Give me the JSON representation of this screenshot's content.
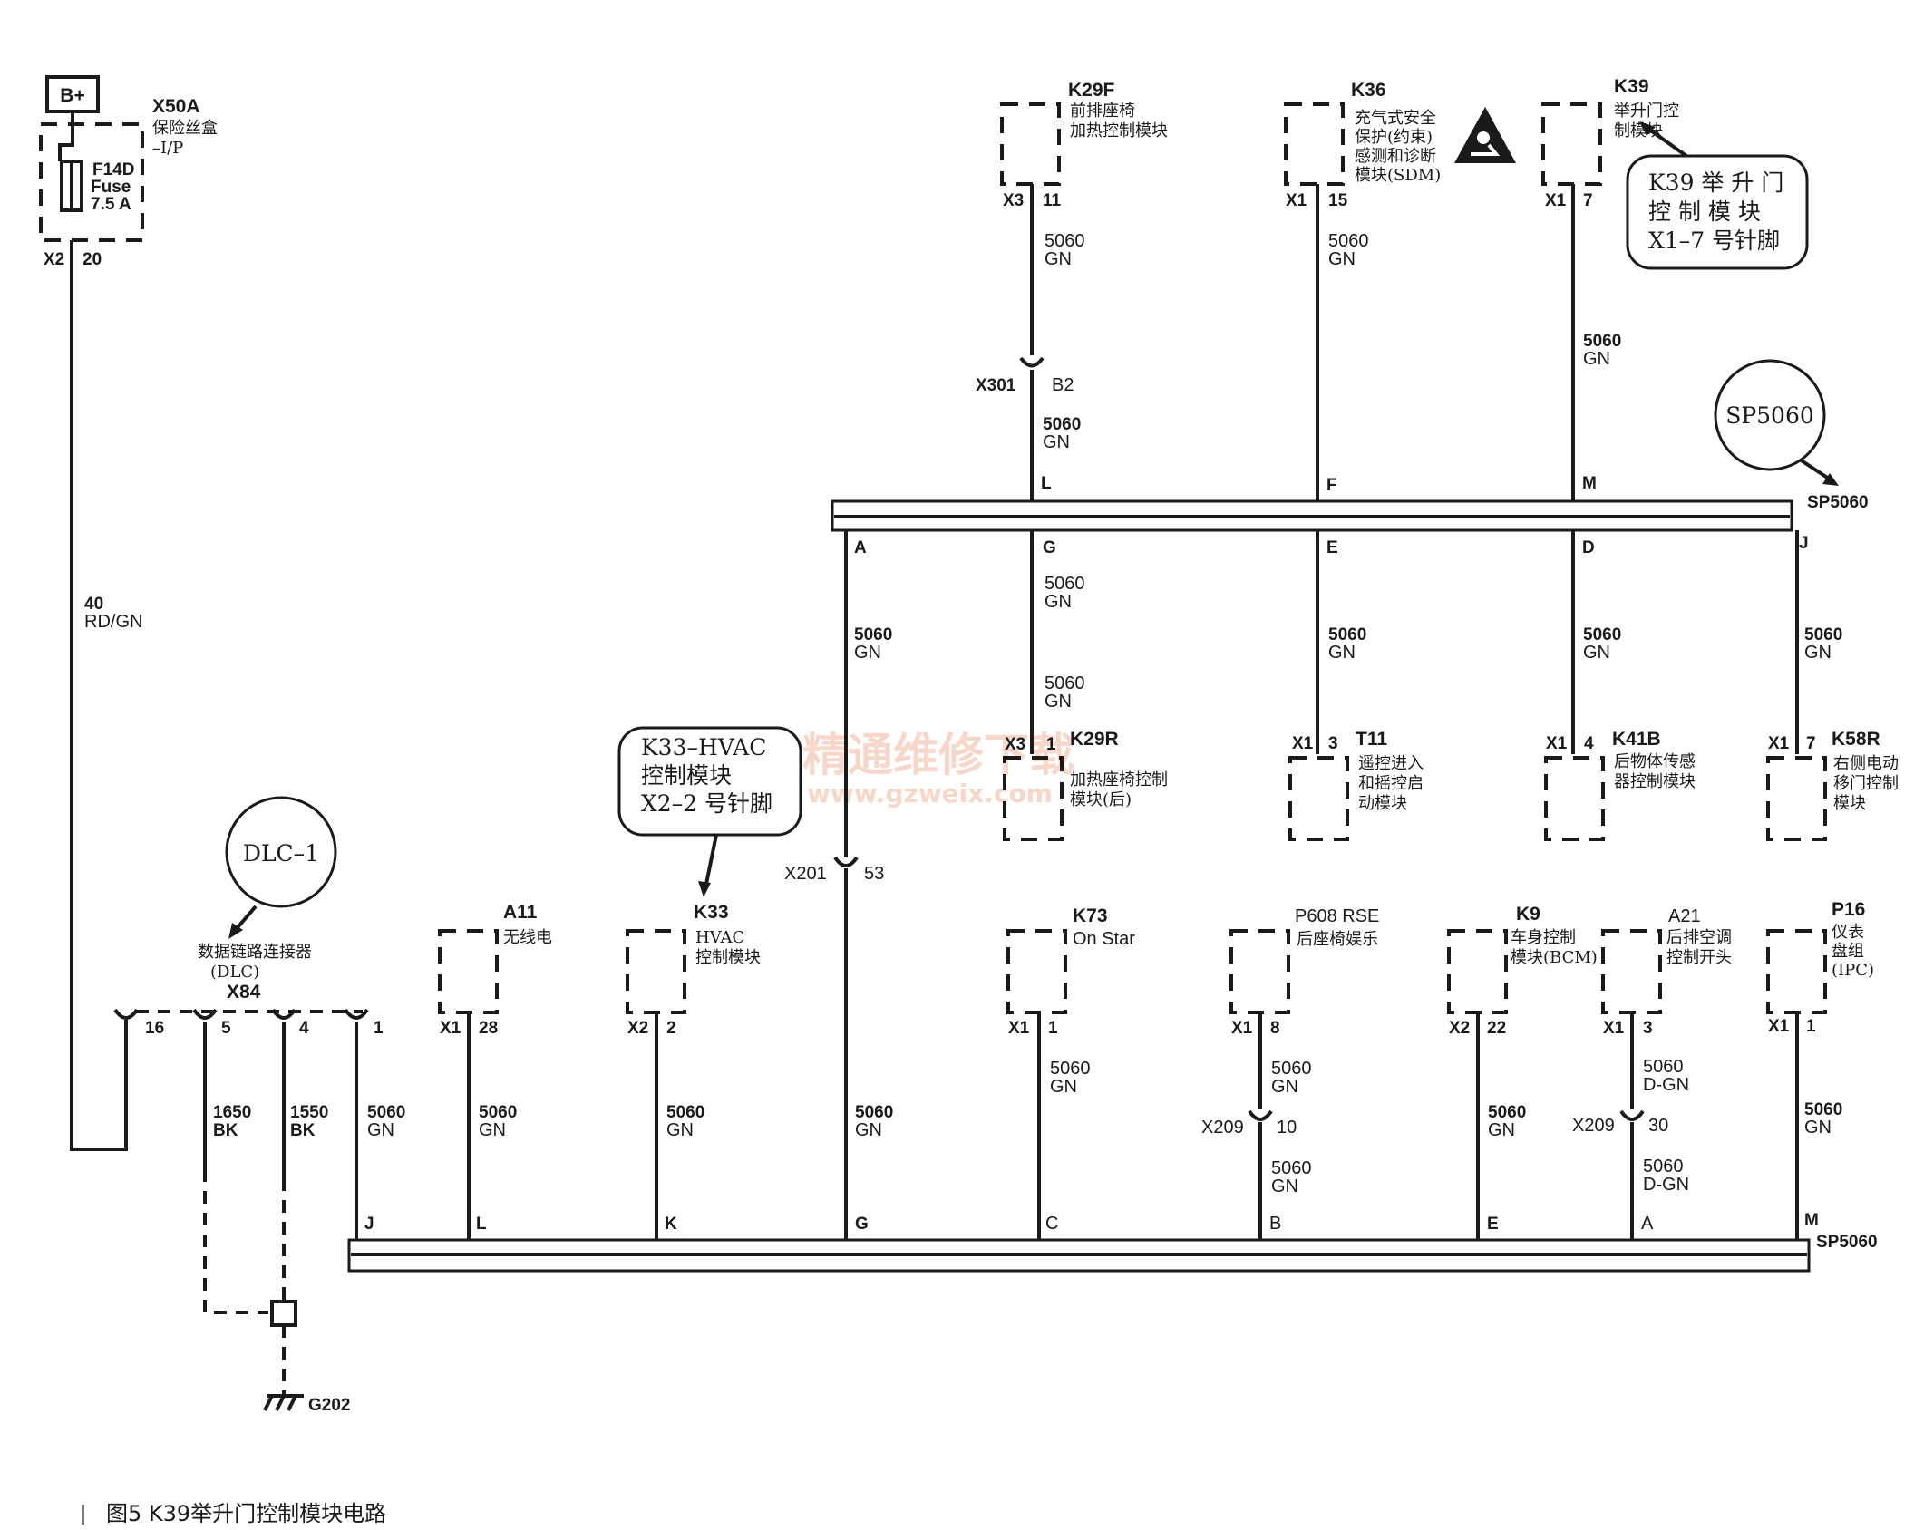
{
  "power": {
    "label": "B+"
  },
  "fuse_box": {
    "code": "X50A",
    "name_line1": "保险丝盒",
    "name_line2": "–I/P",
    "fuse_id": "F14D",
    "fuse_word": "Fuse",
    "fuse_rating": "7.5 A",
    "conn": "X2",
    "pin": "20"
  },
  "feed_wire": {
    "circuit": "40",
    "color": "RD/GN"
  },
  "top_modules": [
    {
      "code": "K29F",
      "name1": "前排座椅",
      "name2": "加热控制模块",
      "name3": "",
      "conn": "X3",
      "pin": "11",
      "circuit": "5060",
      "color": "GN",
      "splice_pin": "L"
    },
    {
      "code": "K36",
      "name1": "充气式安全",
      "name2": "保护(约束)",
      "name3": "感测和诊断",
      "name4": "模块(SDM)",
      "conn": "X1",
      "pin": "15",
      "circuit": "5060",
      "color": "GN",
      "splice_pin": "F"
    },
    {
      "code": "K39",
      "name1": "举升门控",
      "name2": "制模块",
      "name3": "",
      "conn": "X1",
      "pin": "7",
      "circuit": "5060",
      "color": "GN",
      "splice_pin": "M"
    }
  ],
  "inline_x301": {
    "conn": "X301",
    "pin": "B2",
    "circuit": "5060",
    "color": "GN"
  },
  "splice_top": {
    "name": "SP5060",
    "pins": [
      "A",
      "G",
      "E",
      "D",
      "J"
    ]
  },
  "mid_wires": [
    {
      "circuit": "5060",
      "color": "GN"
    },
    {
      "circuit": "5060",
      "color": "GN"
    },
    {
      "circuit": "5060",
      "color": "GN"
    },
    {
      "circuit": "5060",
      "color": "GN"
    },
    {
      "circuit": "5060",
      "color": "GN"
    },
    {
      "circuit": "5060",
      "color": "GN"
    }
  ],
  "mid_modules": [
    {
      "code": "K29R",
      "name1": "加热座椅控制",
      "name2": "模块(后)",
      "conn": "X3",
      "pin": "1"
    },
    {
      "code": "T11",
      "name1": "遥控进入",
      "name2": "和摇控启",
      "name3": "动模块",
      "conn": "X1",
      "pin": "3"
    },
    {
      "code": "K41B",
      "name1": "后物体传感",
      "name2": "器控制模块",
      "conn": "X1",
      "pin": "4"
    },
    {
      "code": "K58R",
      "name1": "右侧电动",
      "name2": "移门控制",
      "name3": "模块",
      "conn": "X1",
      "pin": "7"
    }
  ],
  "inline_x201": {
    "conn": "X201",
    "pin": "53"
  },
  "dlc": {
    "code": "X84",
    "name1": "数据链路连接器",
    "name2": "(DLC)",
    "pins": [
      "16",
      "5",
      "4",
      "1"
    ],
    "w5_circuit": "1650",
    "w5_color": "BK",
    "w4_circuit": "1550",
    "w4_color": "BK",
    "w1_circuit": "5060",
    "w1_color": "GN",
    "ground": "G202"
  },
  "bottom_modules": [
    {
      "code": "A11",
      "name1": "无线电",
      "name2": "",
      "conn": "X1",
      "pin": "28",
      "circuit": "5060",
      "color": "GN",
      "splice_pin": "L"
    },
    {
      "code": "K33",
      "name1": "HVAC",
      "name2": "控制模块",
      "conn": "X2",
      "pin": "2",
      "circuit": "5060",
      "color": "GN",
      "splice_pin": "K"
    },
    {
      "code": "K73",
      "name1": "On Star",
      "name2": "",
      "conn": "X1",
      "pin": "1",
      "circuit": "5060",
      "color": "GN",
      "splice_pin": "C"
    },
    {
      "code": "P608 RSE",
      "name1": "后座椅娱乐",
      "name2": "",
      "conn": "X1",
      "pin": "8",
      "circuit": "5060",
      "color": "GN",
      "splice_pin": "B"
    },
    {
      "code": "K9",
      "name1": "车身控制",
      "name2": "模块(BCM)",
      "conn": "X2",
      "pin": "22",
      "circuit": "5060",
      "color": "GN",
      "splice_pin": "E"
    },
    {
      "code": "A21",
      "name1": "后排空调",
      "name2": "控制开头",
      "conn": "X1",
      "pin": "3",
      "circuit": "5060",
      "color": "D-GN",
      "splice_pin": "A"
    },
    {
      "code": "P16",
      "name1": "仪表",
      "name2": "盘组",
      "name3": "(IPC)",
      "conn": "X1",
      "pin": "1",
      "circuit": "5060",
      "color": "GN",
      "splice_pin": "M"
    }
  ],
  "x201_wire": {
    "circuit": "5060",
    "color": "GN",
    "splice_pin": "G"
  },
  "inline_x209_a": {
    "conn": "X209",
    "pin": "10",
    "circuit": "5060",
    "color": "GN"
  },
  "inline_x209_b": {
    "conn": "X209",
    "pin": "30",
    "circuit": "5060",
    "color": "D-GN"
  },
  "splice_bottom": {
    "name": "SP5060",
    "j_pin": "J"
  },
  "callouts": {
    "k39": {
      "line1": "K39 举 升 门",
      "line2": "控  制  模  块",
      "line3": "X1–7 号针脚"
    },
    "sp": {
      "text": "SP5060"
    },
    "k33": {
      "line1": "K33–HVAC",
      "line2": "控制模块",
      "line3": "X2–2 号针脚"
    },
    "dlc": {
      "text": "DLC–1"
    }
  },
  "watermark": {
    "line1": "精通维修下载",
    "line2": "www.gzweix.com"
  },
  "caption": {
    "text": "图5   K39举升门控制模块电路"
  }
}
